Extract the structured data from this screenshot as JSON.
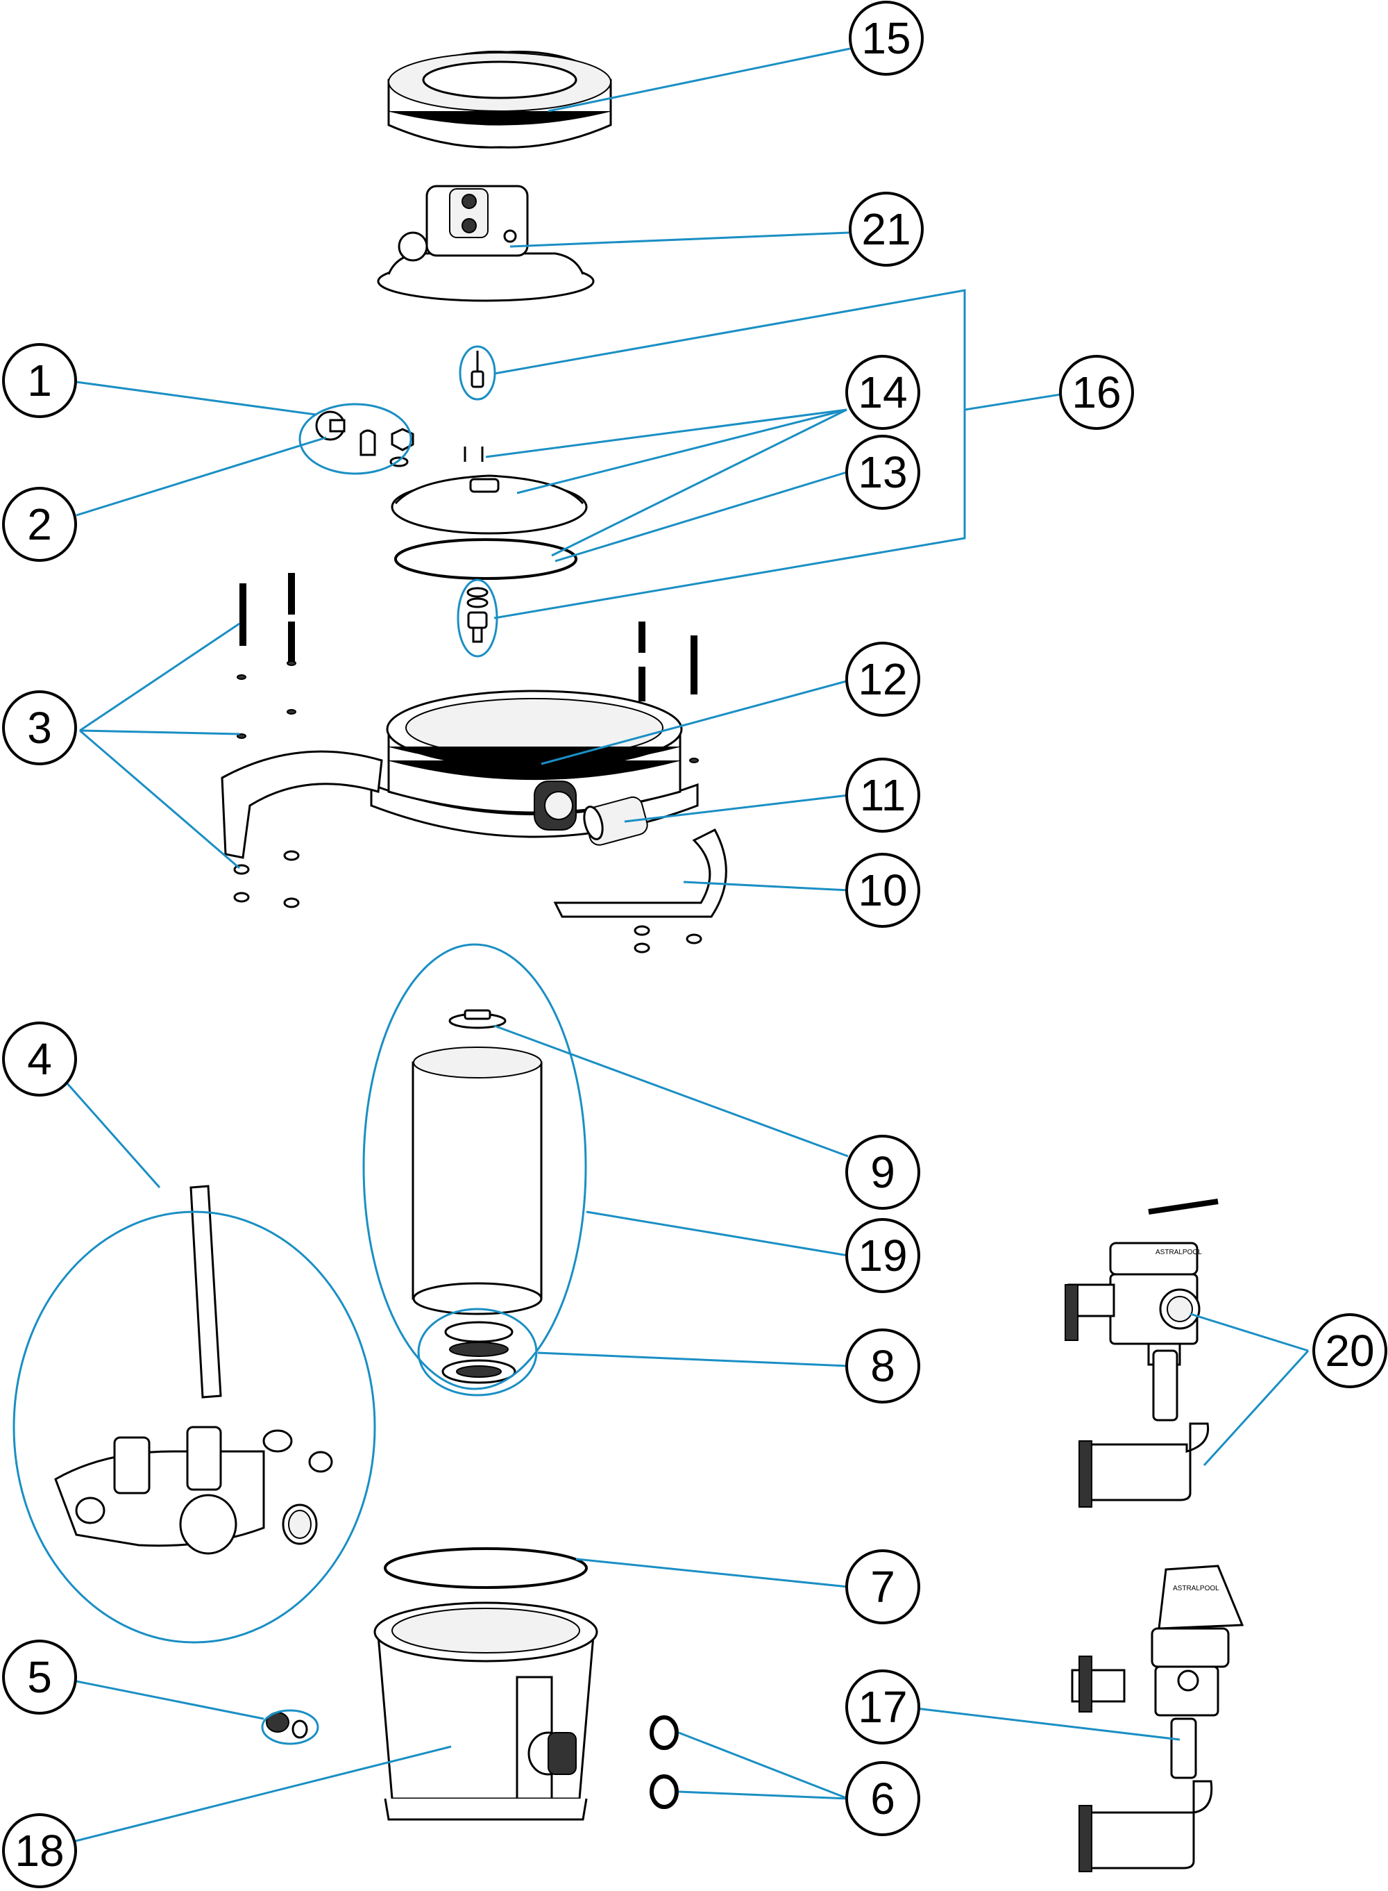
{
  "diagram": {
    "callouts": [
      {
        "id": "c15",
        "label": "15"
      },
      {
        "id": "c21",
        "label": "21"
      },
      {
        "id": "c1",
        "label": "1"
      },
      {
        "id": "c2",
        "label": "2"
      },
      {
        "id": "c14",
        "label": "14"
      },
      {
        "id": "c16",
        "label": "16"
      },
      {
        "id": "c13",
        "label": "13"
      },
      {
        "id": "c3",
        "label": "3"
      },
      {
        "id": "c12",
        "label": "12"
      },
      {
        "id": "c11",
        "label": "11"
      },
      {
        "id": "c10",
        "label": "10"
      },
      {
        "id": "c4",
        "label": "4"
      },
      {
        "id": "c9",
        "label": "9"
      },
      {
        "id": "c19",
        "label": "19"
      },
      {
        "id": "c8",
        "label": "8"
      },
      {
        "id": "c20",
        "label": "20"
      },
      {
        "id": "c7",
        "label": "7"
      },
      {
        "id": "c5",
        "label": "5"
      },
      {
        "id": "c17",
        "label": "17"
      },
      {
        "id": "c6",
        "label": "6"
      },
      {
        "id": "c18",
        "label": "18"
      }
    ],
    "valve_badge_text": "ASTRALPOOL",
    "colors": {
      "leader": "#1a8fc4",
      "outline": "#000000",
      "background": "#ffffff"
    }
  }
}
